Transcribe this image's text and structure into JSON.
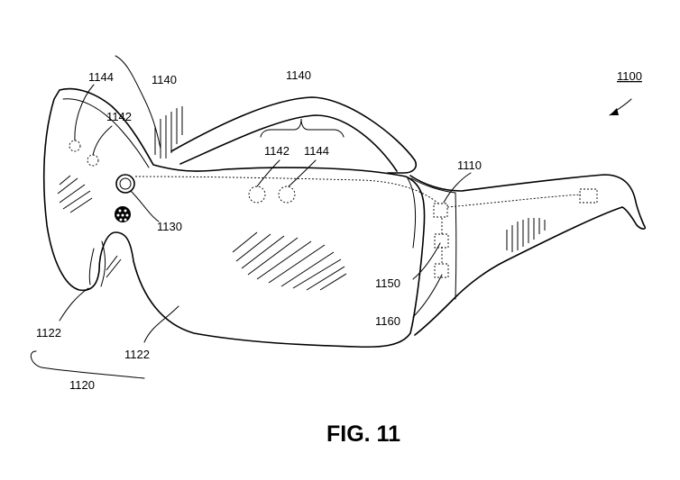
{
  "figure": {
    "caption": "FIG. 11",
    "labels": {
      "ref_1100": "1100",
      "ref_1110": "1110",
      "ref_1120": "1120",
      "ref_1122_left": "1122",
      "ref_1122_right": "1122",
      "ref_1130": "1130",
      "ref_1140_left": "1140",
      "ref_1140_right": "1140",
      "ref_1142_left": "1142",
      "ref_1142_right": "1142",
      "ref_1144_left": "1144",
      "ref_1144_right": "1144",
      "ref_1150": "1150",
      "ref_1160": "1160"
    }
  }
}
